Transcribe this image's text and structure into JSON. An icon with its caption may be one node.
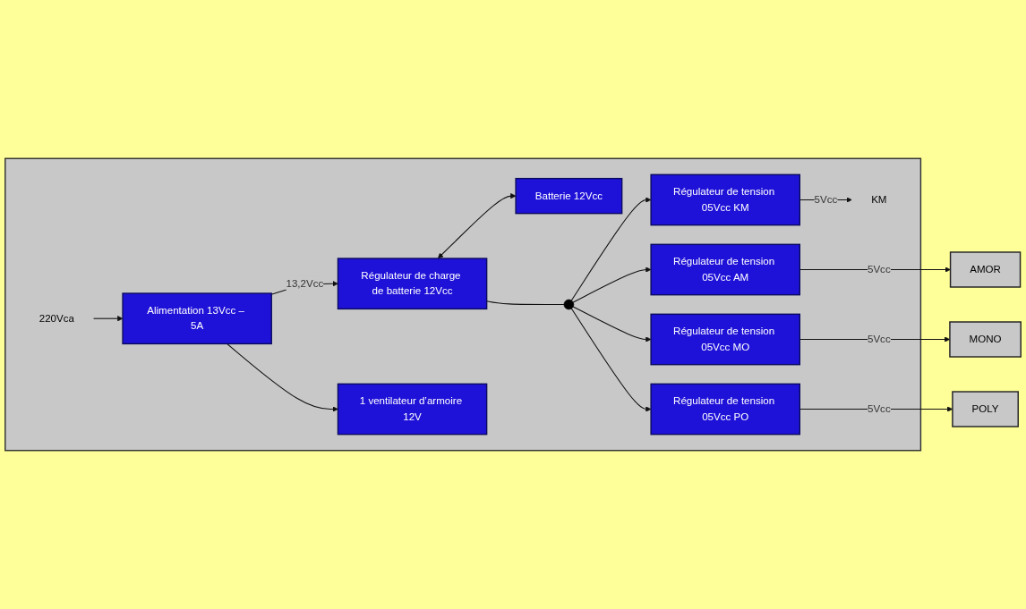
{
  "diagram": {
    "nodes": [
      {
        "text": [],
        "shape": "box"
      },
      {
        "text": [
          "220Vca"
        ],
        "in": 0
      },
      {
        "text": [
          "Alimentation 13Vcc – 5A"
        ],
        "in": 0
      },
      {
        "text": [
          "Régulateur de charge de batterie 12Vcc"
        ],
        "in": 0
      },
      {
        "text": [
          "1 ventilateur d’armoire 12V"
        ],
        "in": 0
      },
      {
        "text": [
          "Batterie 12Vcc"
        ],
        "in": 0
      },
      {
        "text": [],
        "shape": "circle",
        "in": 0
      },
      {
        "text": [
          "Régulateur de tension 05Vcc KM"
        ],
        "in": 0
      },
      {
        "text": [
          "Régulateur de tension 05Vcc AM"
        ],
        "in": 0
      },
      {
        "text": [
          "Régulateur de tension 05Vcc MO"
        ],
        "in": 0
      },
      {
        "text": [
          "Régulateur de tension 05Vcc PO"
        ],
        "in": 0
      },
      {
        "text": [
          "KM"
        ],
        "in": 0
      },
      {
        "text": [
          "AMOR"
        ]
      },
      {
        "text": [
          "MONO"
        ]
      },
      {
        "text": [
          "POLY"
        ]
      }
    ],
    "edges": [
      {
        "from": 1,
        "to": 2,
        "arrow": "to"
      },
      {
        "from": 2,
        "to": 3,
        "label": "13,2Vcc",
        "arrow": "to"
      },
      {
        "from": 2,
        "to": 4,
        "arrow": "to"
      },
      {
        "from": 3,
        "to": 5,
        "arrow": "both"
      },
      {
        "from": 3,
        "to": 6,
        "arrow": "none"
      },
      {
        "from": 6,
        "to": 7,
        "arrow": "to"
      },
      {
        "from": 6,
        "to": 8,
        "arrow": "to"
      },
      {
        "from": 6,
        "to": 9,
        "arrow": "to"
      },
      {
        "from": 6,
        "to": 10,
        "arrow": "to"
      },
      {
        "from": 7,
        "to": 11,
        "label": "5Vcc",
        "arrow": "to"
      },
      {
        "from": 8,
        "to": 12,
        "label": "5Vcc",
        "arrow": "to"
      },
      {
        "from": 9,
        "to": 13,
        "label": "5Vcc",
        "arrow": "to"
      },
      {
        "from": 10,
        "to": 14,
        "label": "5Vcc",
        "arrow": "to"
      }
    ]
  }
}
